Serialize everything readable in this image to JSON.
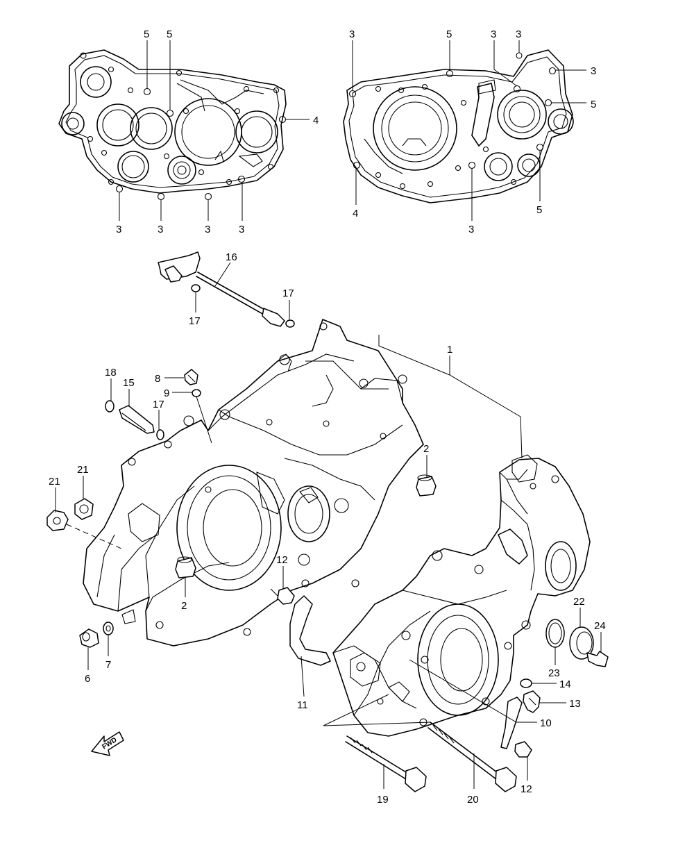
{
  "diagram": {
    "fwd_label": "FWD",
    "callouts": {
      "c1": "1",
      "c2a": "2",
      "c2b": "2",
      "c3_l1": "3",
      "c3_l2": "3",
      "c3_l3": "3",
      "c3_l4": "3",
      "c3_r1": "3",
      "c3_r2": "3",
      "c3_r3": "3",
      "c3_r4": "3",
      "c3_r5": "3",
      "c4_l": "4",
      "c4_r": "4",
      "c5_l1": "5",
      "c5_l2": "5",
      "c5_r1": "5",
      "c5_r2": "5",
      "c5_r3": "5",
      "c6": "6",
      "c7": "7",
      "c8": "8",
      "c9": "9",
      "c10": "10",
      "c11": "11",
      "c12a": "12",
      "c12b": "12",
      "c13": "13",
      "c14": "14",
      "c15": "15",
      "c16": "16",
      "c17a": "17",
      "c17b": "17",
      "c17c": "17",
      "c18": "18",
      "c19": "19",
      "c20": "20",
      "c21a": "21",
      "c21b": "21",
      "c22": "22",
      "c23": "23",
      "c24": "24"
    }
  }
}
